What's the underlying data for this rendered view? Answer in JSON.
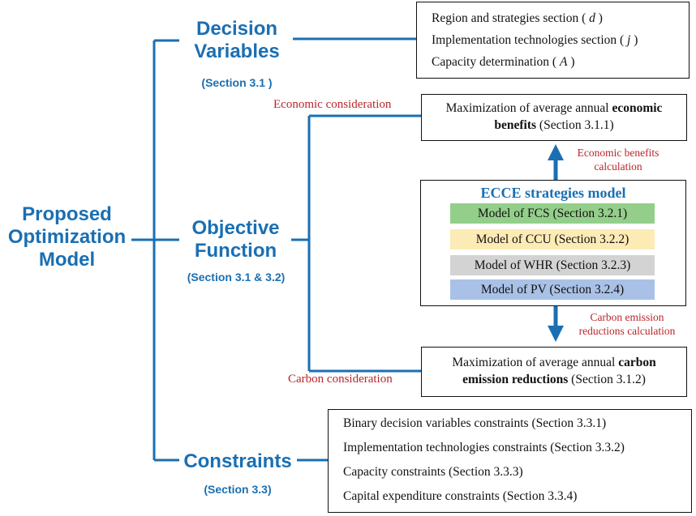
{
  "root": {
    "line1": "Proposed",
    "line2": "Optimization",
    "line3": "Model"
  },
  "decision": {
    "line1": "Decision",
    "line2": "Variables",
    "section": "(Section 3.1 )",
    "items": [
      {
        "text": "Region and strategies section (",
        "var": "d",
        "close": ")"
      },
      {
        "text": "Implementation technologies section (",
        "var": "j",
        "close": ")"
      },
      {
        "text": "Capacity determination (",
        "var": "A",
        "close": ")"
      }
    ]
  },
  "objective": {
    "line1": "Objective",
    "line2": "Function",
    "section": "(Section 3.1 & 3.2)",
    "economic_label": "Economic consideration",
    "carbon_label": "Carbon consideration",
    "economic_box": {
      "pre": "Maximization of average annual ",
      "bold1": "economic",
      "bold2": "benefits",
      "post": " (Section 3.1.1)"
    },
    "carbon_box": {
      "pre": "Maximization of average annual ",
      "bold1": "carbon",
      "bold2": "emission reductions",
      "post": " (Section 3.1.2)"
    },
    "econ_calc_line1": "Economic benefits",
    "econ_calc_line2": "calculation",
    "carbon_calc_line1": "Carbon emission",
    "carbon_calc_line2": "reductions calculation"
  },
  "ecce": {
    "title": "ECCE strategies model",
    "models": [
      {
        "label": "Model of FCS (Section 3.2.1)",
        "color": "#93cf8a"
      },
      {
        "label": "Model of CCU (Section 3.2.2)",
        "color": "#fdebb5"
      },
      {
        "label": "Model of WHR (Section 3.2.3)",
        "color": "#d3d3d3"
      },
      {
        "label": "Model of PV (Section 3.2.4)",
        "color": "#a9c1e6"
      }
    ]
  },
  "constraints": {
    "title": "Constraints",
    "section": "(Section 3.3)",
    "items": [
      "Binary decision variables constraints (Section 3.3.1)",
      "Implementation technologies constraints (Section 3.3.2)",
      "Capacity  constraints (Section 3.3.3)",
      "Capital expenditure  constraints (Section 3.3.4)"
    ]
  },
  "colors": {
    "connector": "#1a6fb3",
    "title": "#1a6fb3",
    "annotation": "#b8262b"
  }
}
